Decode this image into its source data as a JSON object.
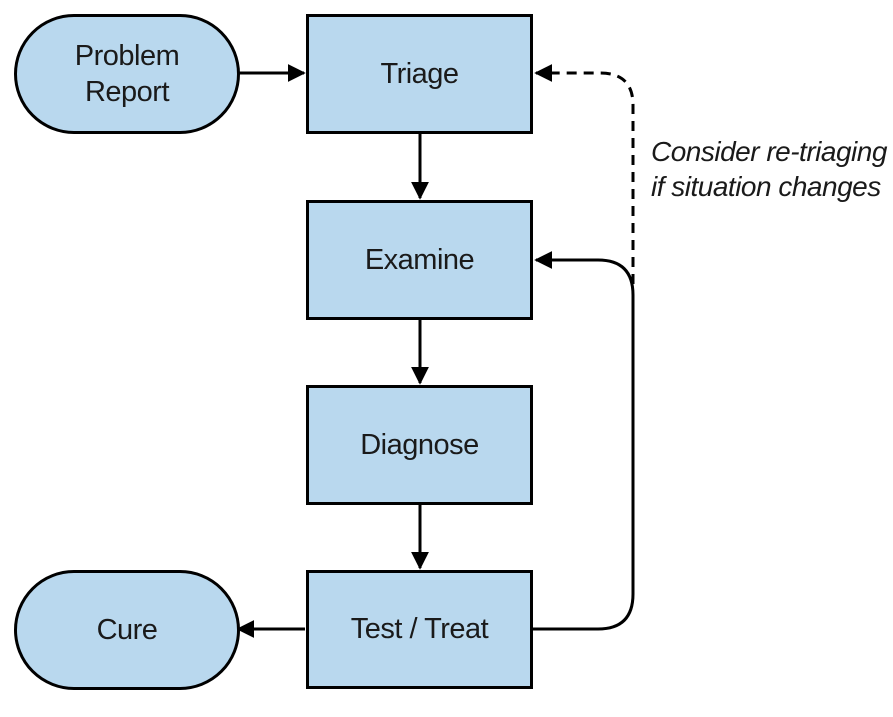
{
  "nodes": {
    "problem_report": {
      "line1": "Problem",
      "line2": "Report"
    },
    "triage": "Triage",
    "examine": "Examine",
    "diagnose": "Diagnose",
    "test_treat": "Test / Treat",
    "cure": "Cure"
  },
  "annotation": {
    "line1": "Consider re-triaging",
    "line2": "if situation changes"
  },
  "colors": {
    "box_fill": "#b9d8ee",
    "stroke": "#000000",
    "text": "#1a1a1a"
  }
}
